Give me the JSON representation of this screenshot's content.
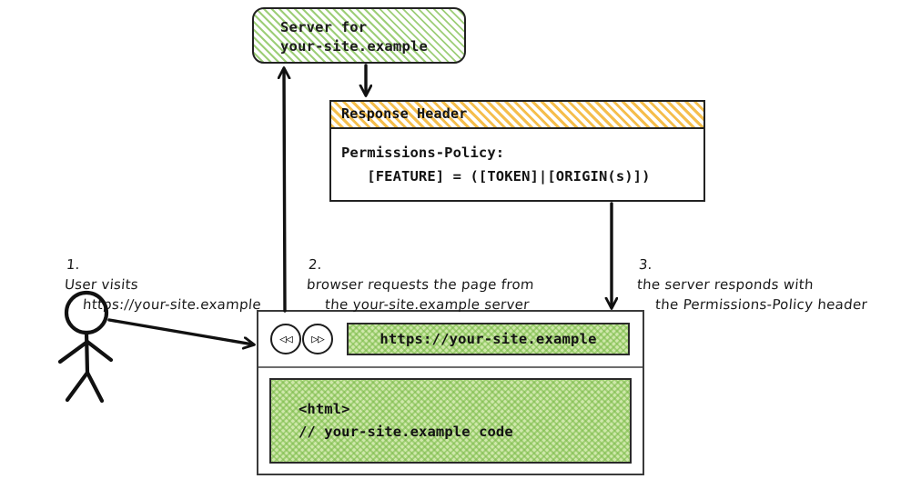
{
  "server": {
    "name": "server-box",
    "label": "Server for\nyour-site.example"
  },
  "response_header": {
    "title": "Response Header",
    "body": "Permissions-Policy:\n   [FEATURE] = ([TOKEN]|[ORIGIN(s)])"
  },
  "browser": {
    "back_icon": "◁◁",
    "forward_icon": "▷▷",
    "url": "https://your-site.example",
    "page_code": "<html>\n// your-site.example code"
  },
  "steps": [
    {
      "number": "1.",
      "line1": "User visits",
      "line2": "https://your-site.example"
    },
    {
      "number": "2.",
      "line1": "browser requests the page from",
      "line2": "the your-site.example server"
    },
    {
      "number": "3.",
      "line1": "the server responds with",
      "line2": "the Permissions-Policy header"
    }
  ],
  "actor": {
    "name": "user-stick-figure"
  },
  "colors": {
    "green_hatch": "#7cbe4a",
    "green_fill": "#cfe8ab",
    "orange_hatch": "#f3b22d",
    "stroke": "#222222",
    "text": "#131313"
  }
}
